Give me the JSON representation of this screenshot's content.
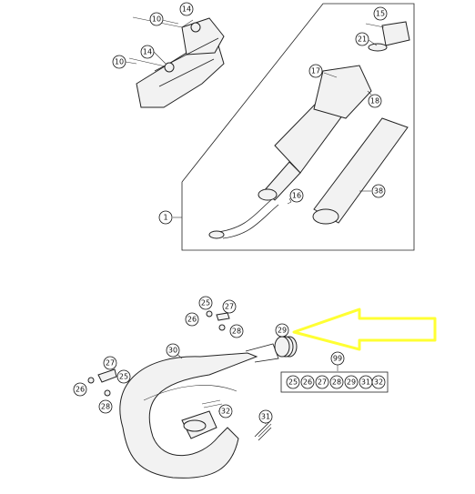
{
  "callouts": {
    "c14a": "14",
    "c10a": "10",
    "c14b": "14",
    "c10b": "10",
    "c15": "15",
    "c21": "21",
    "c17": "17",
    "c18": "18",
    "c16": "16",
    "c38": "38",
    "c1": "1",
    "c25a": "25",
    "c27a": "27",
    "c26a": "26",
    "c28a": "28",
    "c29": "29",
    "c30": "30",
    "c99": "99",
    "c27b": "27",
    "c25b": "25",
    "c26b": "26",
    "c28b": "28",
    "c32": "32",
    "c31": "31"
  },
  "kit_row": [
    "25",
    "26",
    "27",
    "28",
    "29",
    "31",
    "32"
  ],
  "colors": {
    "highlight_arrow": "#ffff33",
    "line": "#222222"
  },
  "highlight": {
    "target_callout": "29"
  }
}
